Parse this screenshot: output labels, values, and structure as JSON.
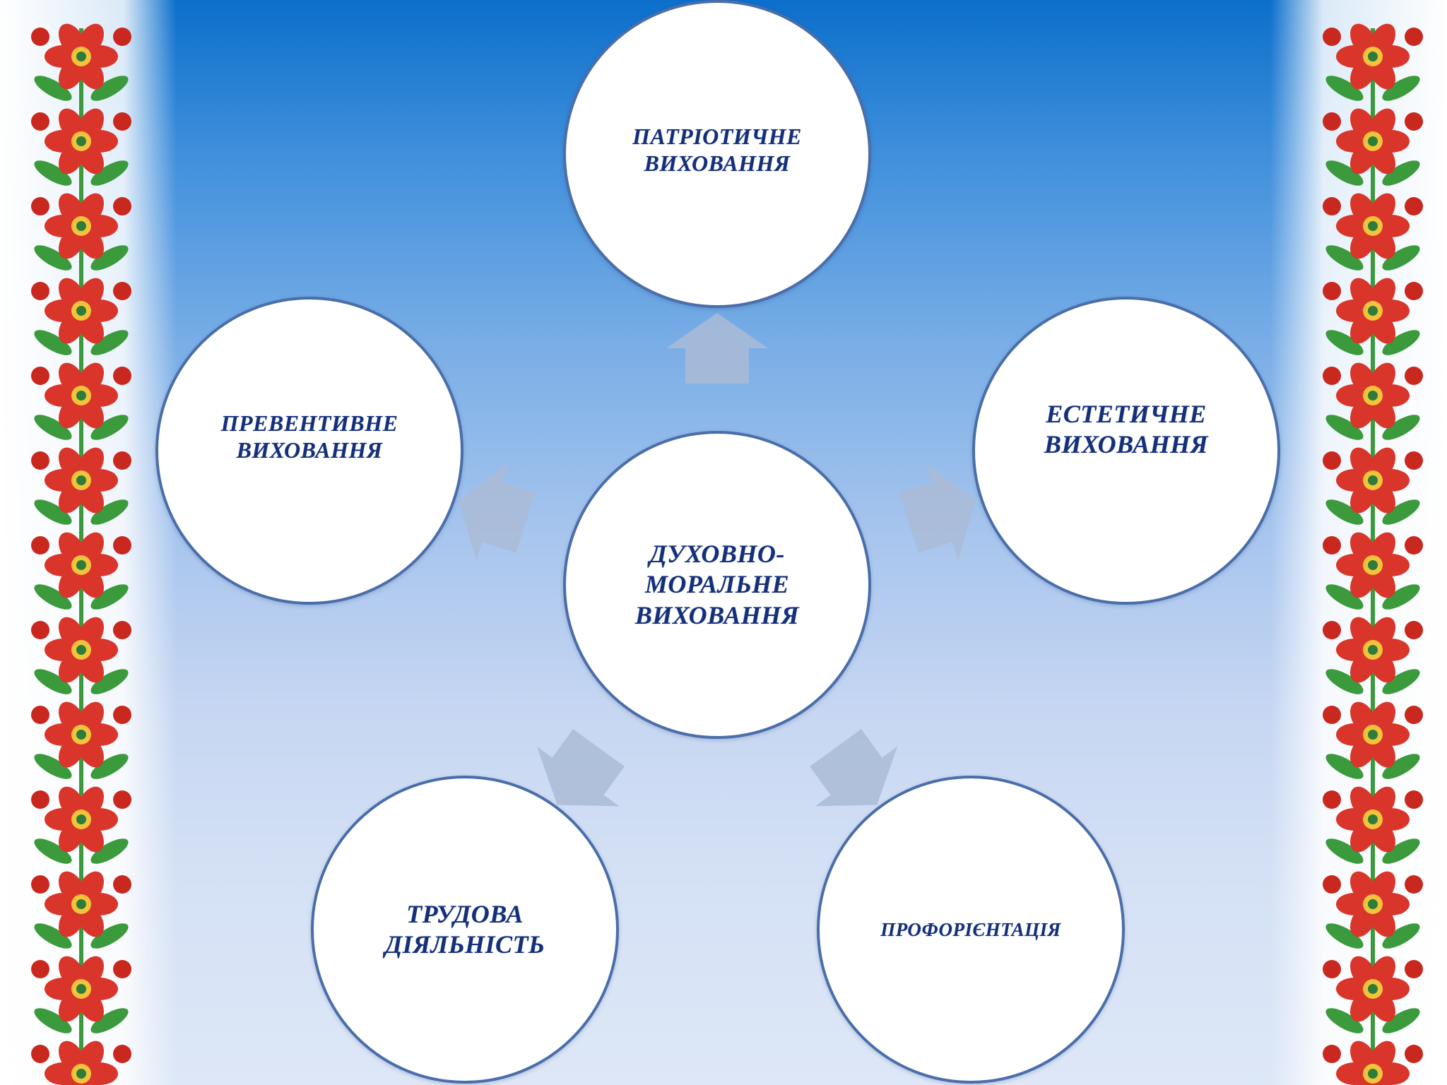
{
  "diagram": {
    "center": {
      "label": "ДУХОВНО-\nМОРАЛЬНЕ\nВИХОВАННЯ"
    },
    "nodes": [
      {
        "id": "patriotic",
        "label": "ПАТРІОТИЧНЕ\nВИХОВАННЯ"
      },
      {
        "id": "aesthetic",
        "label": "ЕСТЕТИЧНЕ\nВИХОВАННЯ"
      },
      {
        "id": "career-guidance",
        "label": "ПРОФОРІЄНТАЦІЯ"
      },
      {
        "id": "labor",
        "label": "ТРУДОВА\nДІЯЛЬНІСТЬ"
      },
      {
        "id": "preventive",
        "label": "ПРЕВЕНТИВНЕ\nВИХОВАННЯ"
      }
    ]
  },
  "colors": {
    "background_top": "#0b6fcb",
    "background_bottom": "#dde7f7",
    "circle_fill": "#ffffff",
    "circle_border": "#4a6ea9",
    "text": "#15307a",
    "arrow": "#aabbd6",
    "flower_red": "#d9352b",
    "flower_green": "#3a9a3c"
  },
  "decorations": {
    "border_left": "floral-ornament",
    "border_right": "floral-ornament"
  }
}
